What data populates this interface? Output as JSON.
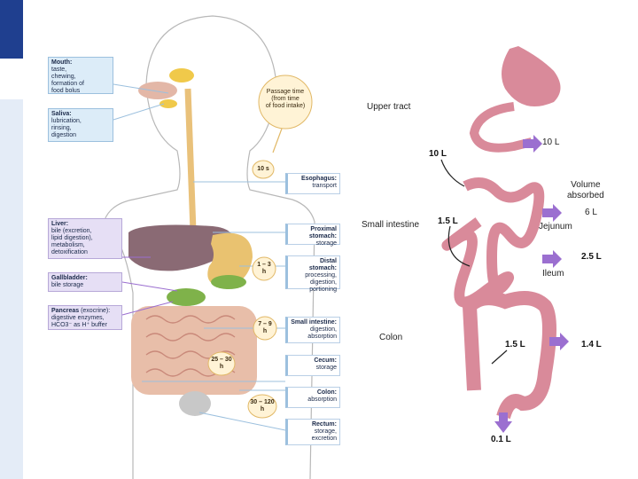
{
  "left_labels": [
    {
      "title": "Mouth:",
      "body": "taste,\nchewing,\nformation of\nfood bolus"
    },
    {
      "title": "Saliva:",
      "body": "lubrication,\nrinsing,\ndigestion"
    }
  ],
  "left_purple_labels": [
    {
      "title": "Liver:",
      "body": "bile (excretion,\nlipid digestion),\nmetabolism,\ndetoxification"
    },
    {
      "title": "Gallbladder:",
      "body": "bile storage"
    },
    {
      "title": "Pancreas",
      "title_rest": " (exocrine):",
      "body": "digestive enzymes,\nHCO3⁻ as H⁺ buffer"
    }
  ],
  "passage_time": "Passage time\n(from time\nof food intake)",
  "times": [
    "10 s",
    "1 – 3\nh",
    "7 – 9\nh",
    "25 – 30\nh",
    "30 – 120\nh"
  ],
  "right_boxes": [
    {
      "title": "Esophagus:",
      "body": "transport"
    },
    {
      "title": "Proximal stomach:",
      "body": "storage"
    },
    {
      "title": "Distal stomach:",
      "body": "processing,\ndigestion,\nportioning"
    },
    {
      "title": "Small intestine:",
      "body": "digestion,\nabsorption"
    },
    {
      "title": "Cecum:",
      "body": "storage"
    },
    {
      "title": "Colon:",
      "body": "absorption"
    },
    {
      "title": "Rectum:",
      "body": "storage,\nexcretion"
    }
  ],
  "right_panel": {
    "upper_tract": "Upper tract",
    "small_intestine": "Small intestine",
    "colon": "Colon",
    "volume_absorbed": "Volume\nabsorbed",
    "in_10l": "10 L",
    "out_10l": "10 L",
    "in_1_5l": "1.5 L",
    "jejunum_val": "6 L",
    "jejunum": "Jejunum",
    "ileum_val": "2.5 L",
    "ileum": "Ileum",
    "colon_in": "1.5 L",
    "colon_abs": "1.4 L",
    "colon_out": "0.1 L"
  },
  "colors": {
    "accent": "#1f3f8f",
    "purple_arrow": "#9b6fd0",
    "organ_pink": "#d98a9a"
  }
}
